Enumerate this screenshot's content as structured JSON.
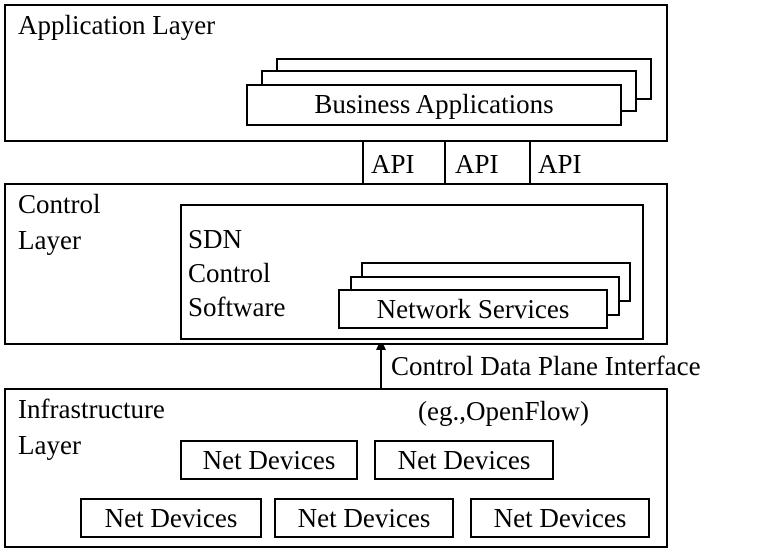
{
  "application_layer": {
    "title": "Application Layer",
    "business_apps_label": "Business Applications"
  },
  "apis": [
    "API",
    "API",
    "API"
  ],
  "control_layer": {
    "title_line1": "Control",
    "title_line2": "Layer",
    "sdn_line1": "SDN",
    "sdn_line2": "Control",
    "sdn_line3": "Software",
    "network_services_label": "Network Services"
  },
  "interface": {
    "label": "Control Data Plane Interface",
    "example": "(eg.,OpenFlow)"
  },
  "infrastructure_layer": {
    "title_line1": "Infrastructure",
    "title_line2": "Layer",
    "devices": [
      "Net Devices",
      "Net Devices",
      "Net Devices",
      "Net Devices",
      "Net Devices"
    ]
  }
}
